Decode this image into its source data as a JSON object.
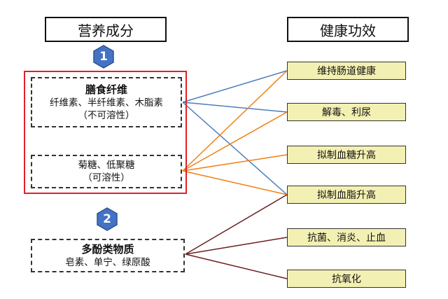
{
  "headers": {
    "ingredients": "营养成分",
    "benefits": "健康功效"
  },
  "badges": {
    "one": "1",
    "two": "2"
  },
  "groups": {
    "fiber": {
      "title": "膳食纤维",
      "sub1": "纤维素、半纤维素、木脂素",
      "sub2": "（不可溶性）"
    },
    "inulin": {
      "sub1": "菊糖、低聚糖",
      "sub2": "（可溶性）"
    },
    "polyphenol": {
      "title": "多酚类物质",
      "sub1": "皂素、单宁、绿原酸"
    }
  },
  "benefits": [
    "维持肠道健康",
    "解毒、利尿",
    "拟制血糖升高",
    "拟制血脂升高",
    "抗菌、消炎、止血",
    "抗氧化"
  ],
  "colors": {
    "insoluble": "#4a7ebb",
    "soluble": "#f07f10",
    "polyphenol": "#6b1e22",
    "badge": "#4472c4",
    "frame": "#e0202a",
    "benefit_fill": "#f3f0b3"
  },
  "links": [
    {
      "from": "fiber",
      "to": 0,
      "color": "insoluble"
    },
    {
      "from": "fiber",
      "to": 1,
      "color": "insoluble"
    },
    {
      "from": "fiber",
      "to": 3,
      "color": "insoluble"
    },
    {
      "from": "inulin",
      "to": 0,
      "color": "soluble"
    },
    {
      "from": "inulin",
      "to": 1,
      "color": "soluble"
    },
    {
      "from": "inulin",
      "to": 2,
      "color": "soluble"
    },
    {
      "from": "inulin",
      "to": 3,
      "color": "soluble"
    },
    {
      "from": "polyphenol",
      "to": 3,
      "color": "polyphenol"
    },
    {
      "from": "polyphenol",
      "to": 4,
      "color": "polyphenol"
    },
    {
      "from": "polyphenol",
      "to": 5,
      "color": "polyphenol"
    }
  ]
}
